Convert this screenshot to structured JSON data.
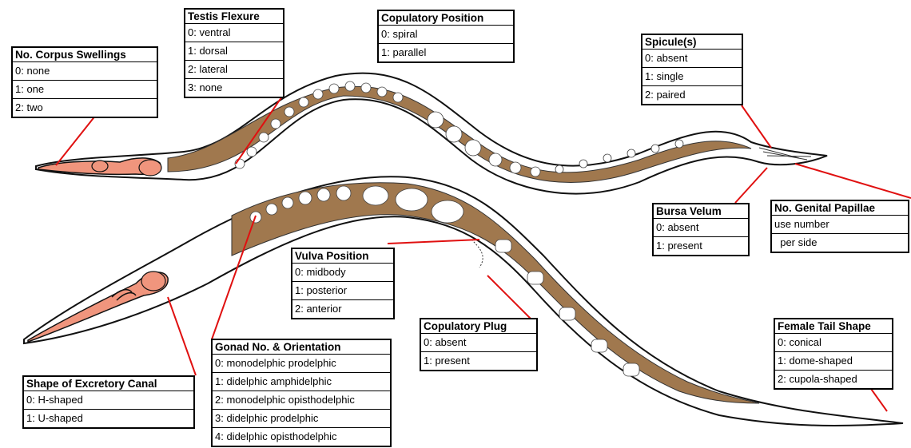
{
  "colors": {
    "pharynx": "#f0957d",
    "gonad": "#a0784e",
    "outline": "#111111",
    "leader": "#e01010"
  },
  "boxes": {
    "corpus": {
      "title": "No. Corpus Swellings",
      "options": [
        "0: none",
        "1: one",
        "2: two"
      ]
    },
    "testis": {
      "title": "Testis Flexure",
      "options": [
        "0: ventral",
        "1: dorsal",
        "2: lateral",
        "3: none"
      ]
    },
    "copulatory_position": {
      "title": "Copulatory Position",
      "options": [
        "0: spiral",
        "1: parallel"
      ]
    },
    "spicules": {
      "title": "Spicule(s)",
      "options": [
        "0: absent",
        "1: single",
        "2: paired"
      ]
    },
    "bursa": {
      "title": "Bursa Velum",
      "options": [
        "0: absent",
        "1: present"
      ]
    },
    "papillae": {
      "title": "No. Genital Papillae",
      "options": [
        "use number",
        "  per side"
      ]
    },
    "vulva": {
      "title": "Vulva Position",
      "options": [
        "0: midbody",
        "1: posterior",
        "2: anterior"
      ]
    },
    "plug": {
      "title": "Copulatory Plug",
      "options": [
        "0: absent",
        "1: present"
      ]
    },
    "tail": {
      "title": "Female Tail Shape",
      "options": [
        "0: conical",
        "1: dome-shaped",
        "2: cupola-shaped"
      ]
    },
    "gonad": {
      "title": "Gonad No. & Orientation",
      "options": [
        "0: monodelphic prodelphic",
        "1: didelphic amphidelphic",
        "2: monodelphic opisthodelphic",
        "3: didelphic prodelphic",
        "4: didelphic opisthodelphic"
      ]
    },
    "excretory": {
      "title": "Shape of Excretory Canal",
      "options": [
        "0: H-shaped",
        "1: U-shaped"
      ]
    }
  }
}
